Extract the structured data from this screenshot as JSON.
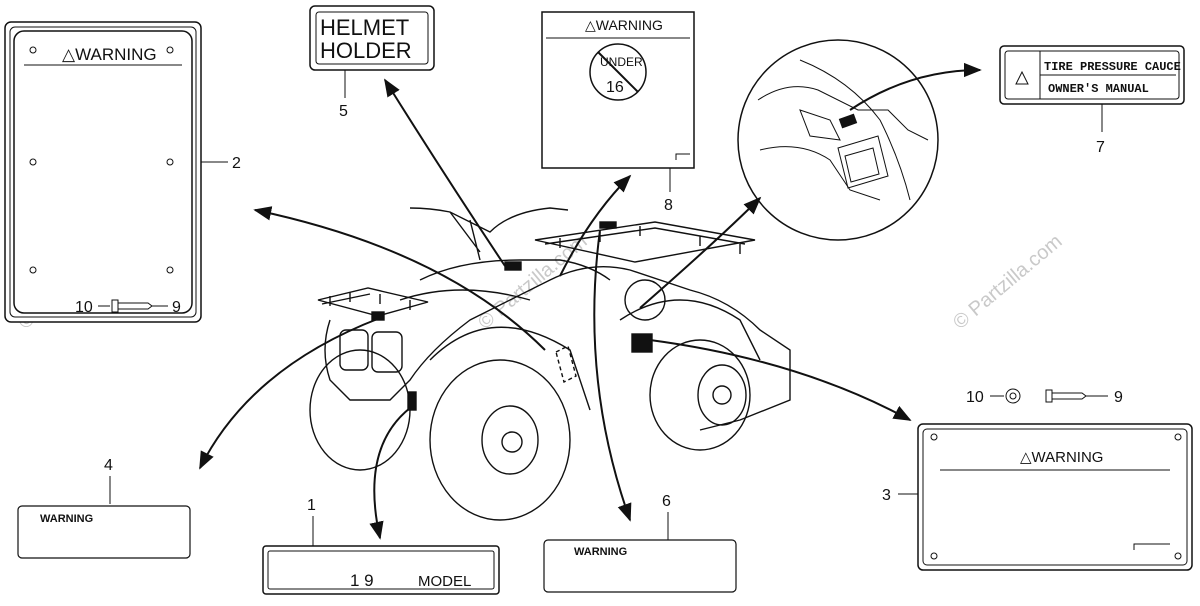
{
  "watermark": "© Partzilla.com",
  "labels": {
    "helmet_holder": {
      "line1": "HELMET",
      "line2": "HOLDER"
    },
    "warning_triangle": "△WARNING",
    "warning_8": "△WARNING",
    "under16": {
      "line1": "UNDER",
      "line2": "16"
    },
    "tire_pressure": {
      "line1": "TIRE PRESSURE CAUCE",
      "line2": "OWNER'S MANUAL"
    },
    "warning_plain": "WARNING",
    "model_plate": {
      "year": "1 9",
      "model": "MODEL"
    }
  },
  "callouts": {
    "c1": "1",
    "c2": "2",
    "c3": "3",
    "c4": "4",
    "c5": "5",
    "c6": "6",
    "c7": "7",
    "c8": "8",
    "c9a": "9",
    "c10a": "10",
    "c9b": "9",
    "c10b": "10"
  }
}
